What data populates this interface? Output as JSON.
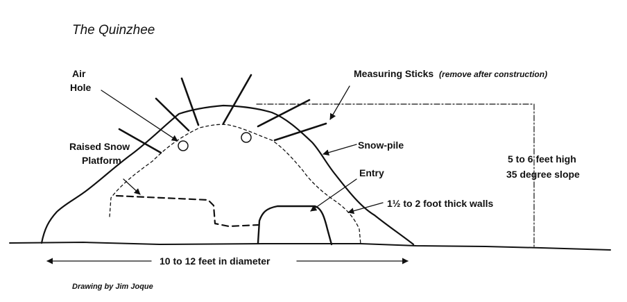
{
  "title": "The Quinzhee",
  "labels": {
    "air_hole_line1": "Air",
    "air_hole_line2": "Hole",
    "measuring_sticks": "Measuring Sticks",
    "measuring_sticks_note": "(remove after construction)",
    "raised_platform_line1": "Raised Snow",
    "raised_platform_line2": "Platform",
    "snow_pile": "Snow-pile",
    "entry": "Entry",
    "walls": "1½ to 2 foot thick walls",
    "height_line1": "5 to 6 feet high",
    "height_line2": "35 degree slope",
    "diameter": "10 to 12 feet in diameter"
  },
  "credit": "Drawing by Jim Joque",
  "colors": {
    "ink": "#111111",
    "background": "#ffffff"
  }
}
